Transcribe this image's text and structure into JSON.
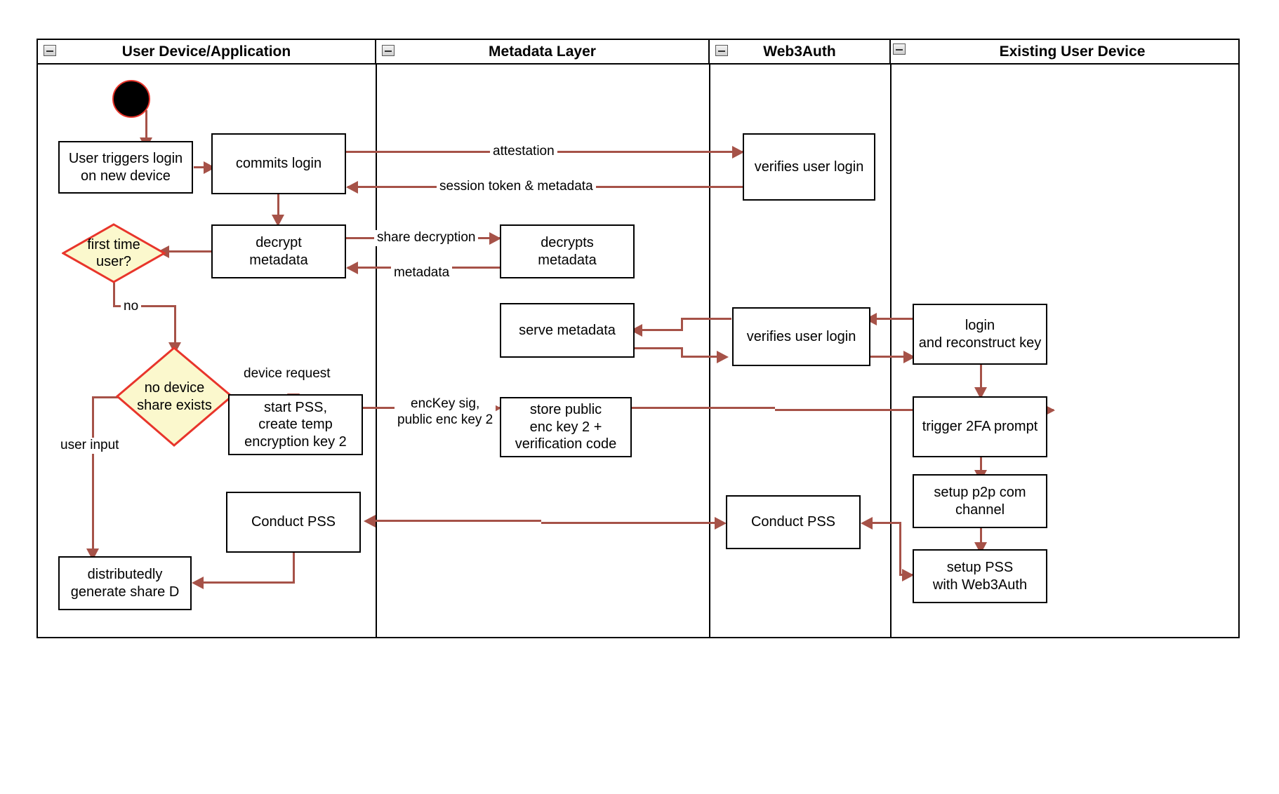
{
  "diagram": {
    "title": "Web3Auth new-device login / PSS activity diagram",
    "colors": {
      "edge": "#a65248",
      "node_border": "#000000",
      "node_fill": "#ffffff",
      "decision_border": "#e8352b",
      "decision_fill": "#fbf8cd",
      "start_fill": "#000000",
      "start_border": "#e8352b"
    }
  },
  "lanes": [
    {
      "id": "lane-user-device",
      "label": "User Device/Application",
      "collapse_icon": "collapse-minus-icon"
    },
    {
      "id": "lane-metadata",
      "label": "Metadata Layer",
      "collapse_icon": "collapse-minus-icon"
    },
    {
      "id": "lane-web3auth",
      "label": "Web3Auth",
      "collapse_icon": "collapse-minus-icon"
    },
    {
      "id": "lane-existing-device",
      "label": "Existing User Device",
      "collapse_icon": "collapse-minus-icon"
    }
  ],
  "nodes": [
    {
      "id": "n-start",
      "type": "start",
      "lane": "lane-user-device",
      "label": ""
    },
    {
      "id": "n-user-triggers",
      "type": "action",
      "lane": "lane-user-device",
      "label": "User triggers login\non new device"
    },
    {
      "id": "n-commits-login",
      "type": "action",
      "lane": "lane-user-device",
      "label": "commits login"
    },
    {
      "id": "n-decrypt-metadata",
      "type": "action",
      "lane": "lane-user-device",
      "label": "decrypt\nmetadata"
    },
    {
      "id": "n-first-time-user",
      "type": "decision",
      "lane": "lane-user-device",
      "label": "first time\nuser?"
    },
    {
      "id": "n-no-device-share",
      "type": "decision",
      "lane": "lane-user-device",
      "label": "no device\nshare exists"
    },
    {
      "id": "n-start-pss",
      "type": "action",
      "lane": "lane-user-device",
      "label": "start PSS,\ncreate temp\nencryption key 2"
    },
    {
      "id": "n-conduct-pss-user",
      "type": "action",
      "lane": "lane-user-device",
      "label": "Conduct PSS"
    },
    {
      "id": "n-generate-share-d",
      "type": "action",
      "lane": "lane-user-device",
      "label": "distributedly\ngenerate share D"
    },
    {
      "id": "n-decrypts-metadata",
      "type": "action",
      "lane": "lane-metadata",
      "label": "decrypts\nmetadata"
    },
    {
      "id": "n-serve-metadata",
      "type": "action",
      "lane": "lane-metadata",
      "label": "serve metadata"
    },
    {
      "id": "n-store-public-key",
      "type": "action",
      "lane": "lane-metadata",
      "label": "store public\nenc key 2 +\nverification code"
    },
    {
      "id": "n-verifies-login-1",
      "type": "action",
      "lane": "lane-web3auth",
      "label": "verifies user login"
    },
    {
      "id": "n-verifies-login-2",
      "type": "action",
      "lane": "lane-web3auth",
      "label": "verifies user login"
    },
    {
      "id": "n-conduct-pss-w3a",
      "type": "action",
      "lane": "lane-web3auth",
      "label": "Conduct PSS"
    },
    {
      "id": "n-login-reconstruct",
      "type": "action",
      "lane": "lane-existing-device",
      "label": "login\nand reconstruct key"
    },
    {
      "id": "n-trigger-2fa",
      "type": "action",
      "lane": "lane-existing-device",
      "label": "trigger 2FA prompt"
    },
    {
      "id": "n-setup-p2p",
      "type": "action",
      "lane": "lane-existing-device",
      "label": "setup p2p com\nchannel"
    },
    {
      "id": "n-setup-pss",
      "type": "action",
      "lane": "lane-existing-device",
      "label": "setup PSS\nwith Web3Auth"
    }
  ],
  "edge_labels": [
    {
      "id": "el-attestation",
      "text": "attestation"
    },
    {
      "id": "el-session-token",
      "text": "session token & metadata"
    },
    {
      "id": "el-share-decryption",
      "text": "share decryption"
    },
    {
      "id": "el-metadata",
      "text": "metadata"
    },
    {
      "id": "el-no",
      "text": "no"
    },
    {
      "id": "el-user-input",
      "text": "user input"
    },
    {
      "id": "el-device-request",
      "text": "device request"
    },
    {
      "id": "el-enckey-sig",
      "text": "encKey sig,\npublic enc key 2"
    }
  ]
}
